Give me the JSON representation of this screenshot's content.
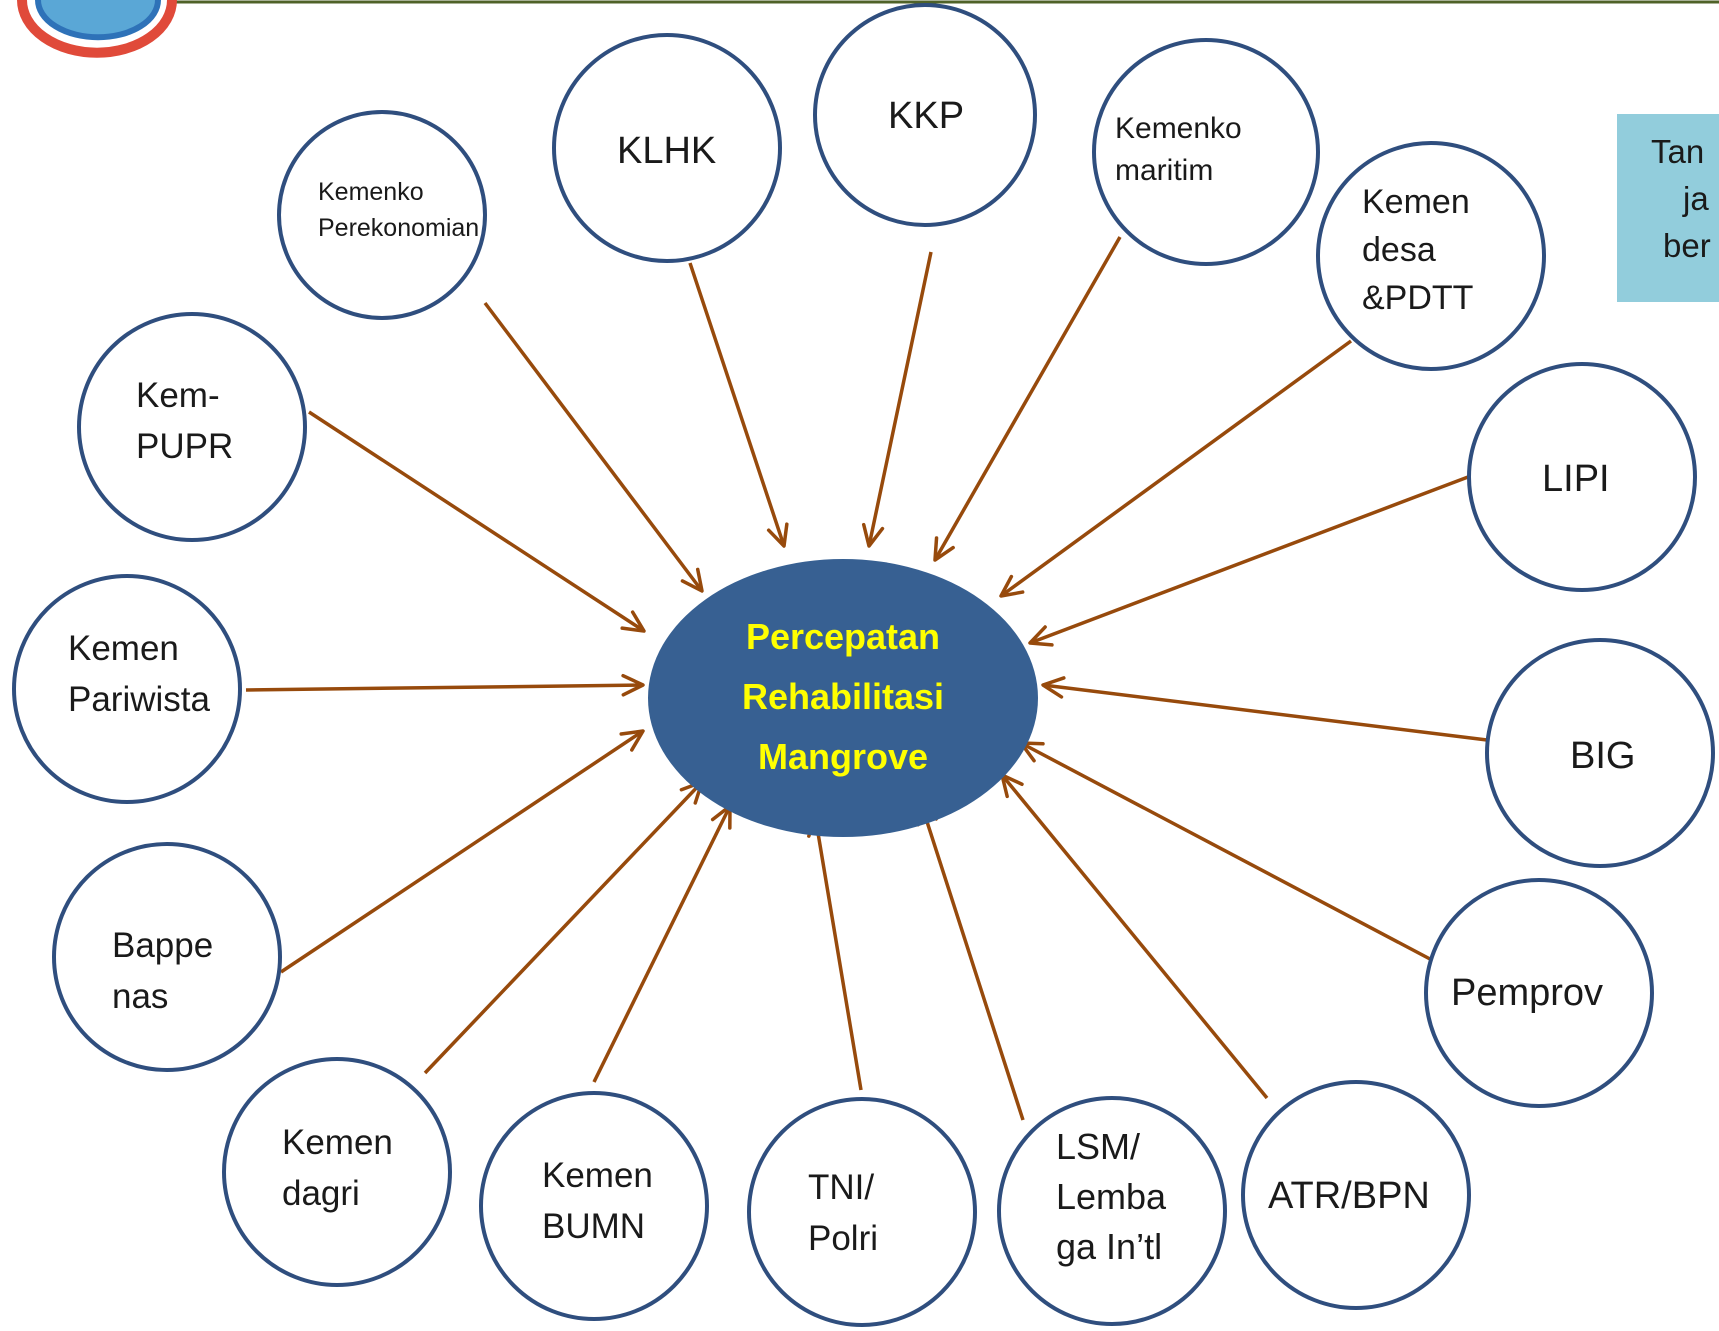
{
  "diagram": {
    "center": {
      "lines": [
        "Percepatan",
        "Rehabilitasi",
        "Mangrove"
      ],
      "fill_color": "#376092",
      "text_color": "#ffff00"
    },
    "nodes": [
      {
        "id": "kemenko-perekonomian",
        "lines": [
          "Kemenko",
          "Perekonomian"
        ]
      },
      {
        "id": "klhk",
        "lines": [
          "KLHK"
        ]
      },
      {
        "id": "kkp",
        "lines": [
          "KKP"
        ]
      },
      {
        "id": "kemenko-maritim",
        "lines": [
          "Kemenko",
          "maritim"
        ]
      },
      {
        "id": "kemen-desa-pdtt",
        "lines": [
          "Kemen",
          "desa",
          "&PDTT"
        ]
      },
      {
        "id": "lipi",
        "lines": [
          "LIPI"
        ]
      },
      {
        "id": "big",
        "lines": [
          "BIG"
        ]
      },
      {
        "id": "pemprov",
        "lines": [
          "Pemprov"
        ]
      },
      {
        "id": "atr-bpn",
        "lines": [
          "ATR/BPN"
        ]
      },
      {
        "id": "lsm-lembaga-intl",
        "lines": [
          "LSM/",
          "Lemba",
          "ga In’tl"
        ]
      },
      {
        "id": "tni-polri",
        "lines": [
          "TNI/",
          "Polri"
        ]
      },
      {
        "id": "kemen-bumn",
        "lines": [
          "Kemen",
          "BUMN"
        ]
      },
      {
        "id": "kemen-dagri",
        "lines": [
          "Kemen",
          "dagri"
        ]
      },
      {
        "id": "bappenas",
        "lines": [
          "Bappe",
          "nas"
        ]
      },
      {
        "id": "kemen-pariwisata",
        "lines": [
          "Kemen",
          "Pariwista"
        ]
      },
      {
        "id": "kem-pupr",
        "lines": [
          "Kem-",
          "PUPR"
        ]
      }
    ],
    "arrow_color": "#974a0c",
    "circle_stroke_color": "#2f4e7e"
  },
  "side_box": {
    "lines": [
      "Tan",
      "ja",
      "ber"
    ],
    "bg_color": "#92cddc"
  },
  "top_bar_color": "#4f6228"
}
